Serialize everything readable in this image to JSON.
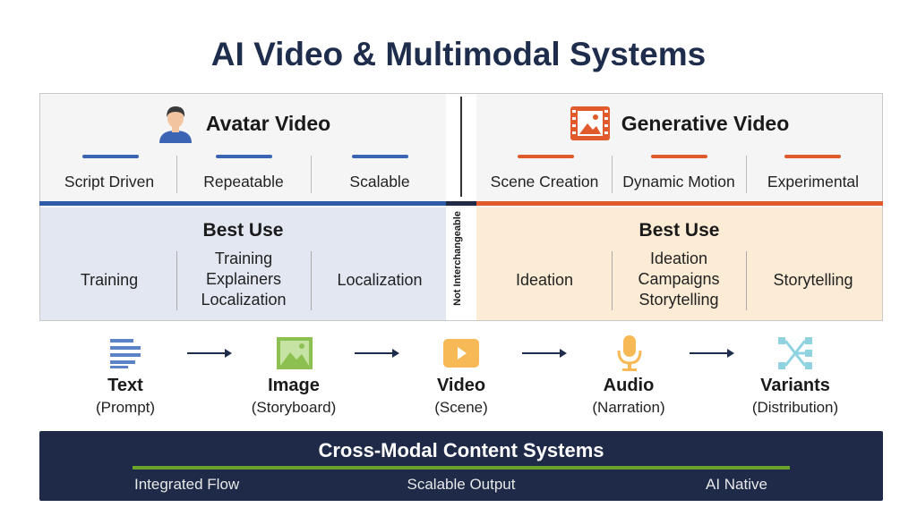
{
  "title": "AI Video & Multimodal Systems",
  "avatar": {
    "title": "Avatar Video",
    "icon": "person-icon",
    "color": "#3b64b5",
    "features": [
      "Script Driven",
      "Repeatable",
      "Scalable"
    ],
    "best_use_title": "Best Use",
    "uses": [
      "Training",
      "Training\nExplainers\nLocalization",
      "Localization"
    ]
  },
  "generative": {
    "title": "Generative Video",
    "icon": "film-image-icon",
    "color": "#e05a2b",
    "features": [
      "Scene Creation",
      "Dynamic Motion",
      "Experimental"
    ],
    "best_use_title": "Best Use",
    "uses": [
      "Ideation",
      "Ideation\nCampaigns\nStorytelling",
      "Storytelling"
    ]
  },
  "divider_label": "Not Interchangeable",
  "flow": [
    {
      "label": "Text",
      "sub": "(Prompt)",
      "icon": "text-lines-icon"
    },
    {
      "label": "Image",
      "sub": "(Storyboard)",
      "icon": "image-icon"
    },
    {
      "label": "Video",
      "sub": "(Scene)",
      "icon": "play-icon"
    },
    {
      "label": "Audio",
      "sub": "(Narration)",
      "icon": "microphone-icon"
    },
    {
      "label": "Variants",
      "sub": "(Distribution)",
      "icon": "branching-icon"
    }
  ],
  "footer": {
    "title": "Cross-Modal Content Systems",
    "items": [
      "Integrated Flow",
      "Scalable Output",
      "AI Native"
    ],
    "accent": "#6aa329"
  }
}
